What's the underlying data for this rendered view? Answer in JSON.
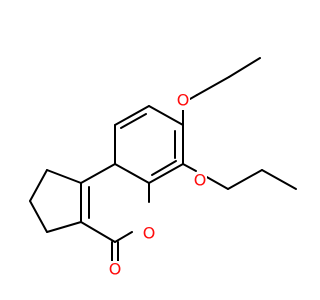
{
  "molecule": {
    "atoms": {
      "o_propoxy_top": {
        "label": "O",
        "color": "#FF0D0D"
      },
      "o_propoxy_bottom": {
        "label": "O",
        "color": "#FF0D0D"
      },
      "o_ring": {
        "label": "O",
        "color": "#FF0D0D"
      },
      "o_carbonyl": {
        "label": "O",
        "color": "#FF0D0D"
      }
    },
    "bond_color": "#000000",
    "background": "#ffffff"
  }
}
